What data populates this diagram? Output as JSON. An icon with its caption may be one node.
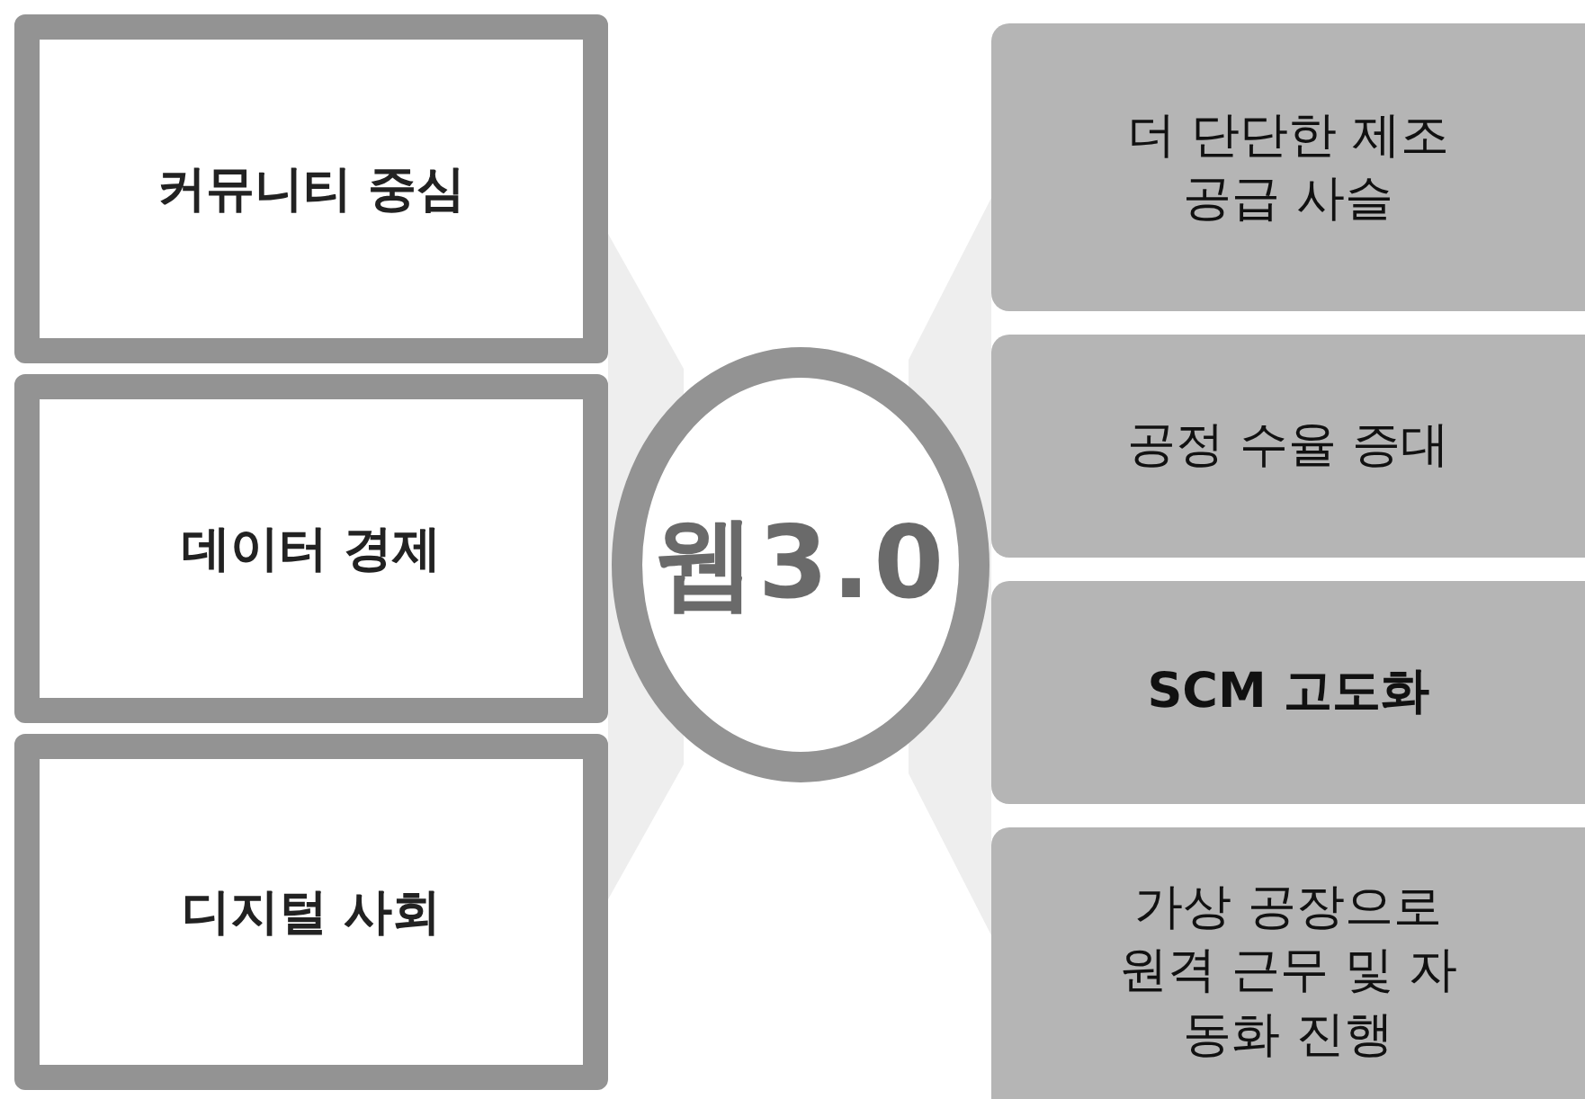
{
  "diagram": {
    "nodes": [
      {
        "text": [
          "커뮤니티 중심"
        ]
      },
      {
        "text": [
          "데이터 경제"
        ]
      },
      {
        "text": [
          "디지털 사회"
        ]
      },
      {
        "text": [
          "웹3.0"
        ]
      },
      {
        "text": [
          "더 단단한 제조 공급 사슬"
        ]
      },
      {
        "text": [
          "공정 수율 증대"
        ]
      },
      {
        "text": [
          "SCM 고도화"
        ]
      },
      {
        "text": [
          "가상 공장으로 원격 근무 및 자동화 진행"
        ]
      }
    ]
  }
}
